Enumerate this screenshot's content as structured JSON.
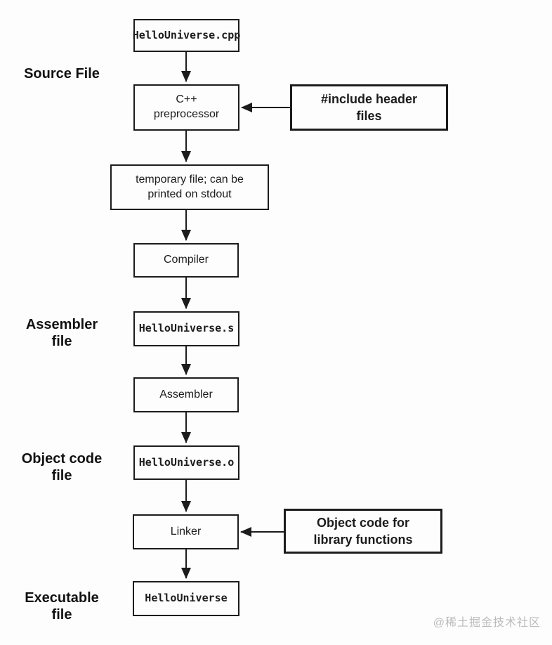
{
  "flow": {
    "nodes": [
      {
        "label": "HelloUniverse.cpp",
        "kind": "source-file"
      },
      {
        "label": "C++\npreprocessor",
        "kind": "process"
      },
      {
        "label": "temporary file; can be\nprinted on stdout",
        "kind": "intermediate"
      },
      {
        "label": "Compiler",
        "kind": "process"
      },
      {
        "label": "HelloUniverse.s",
        "kind": "assembler-file"
      },
      {
        "label": "Assembler",
        "kind": "process"
      },
      {
        "label": "HelloUniverse.o",
        "kind": "object-file"
      },
      {
        "label": "Linker",
        "kind": "process"
      },
      {
        "label": "HelloUniverse",
        "kind": "executable-file"
      }
    ],
    "side_inputs": [
      {
        "label": "#include header\nfiles",
        "target": "C++ preprocessor"
      },
      {
        "label": "Object code for\nlibrary functions",
        "target": "Linker"
      }
    ],
    "stage_labels": [
      {
        "label": "Source File"
      },
      {
        "label": "Assembler\nfile"
      },
      {
        "label": "Object code\nfile"
      },
      {
        "label": "Executable\nfile"
      }
    ]
  },
  "watermark": "@稀土掘金技术社区"
}
